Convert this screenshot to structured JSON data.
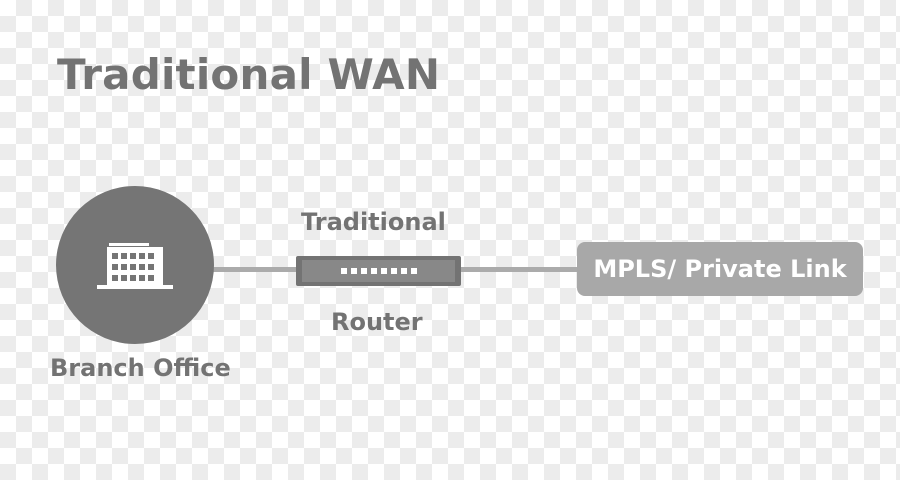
{
  "diagram": {
    "title": "Traditional WAN",
    "branch": {
      "label": "Branch Office",
      "icon": "building-icon"
    },
    "router": {
      "label_top": "Traditional",
      "label_bottom": "Router",
      "port_count": 8
    },
    "destination": {
      "label": "MPLS/ Private Link"
    },
    "colors": {
      "dark_gray": "#757575",
      "light_gray": "#a8a8a8",
      "text_gray": "#737373",
      "line_gray": "#ababab"
    }
  }
}
